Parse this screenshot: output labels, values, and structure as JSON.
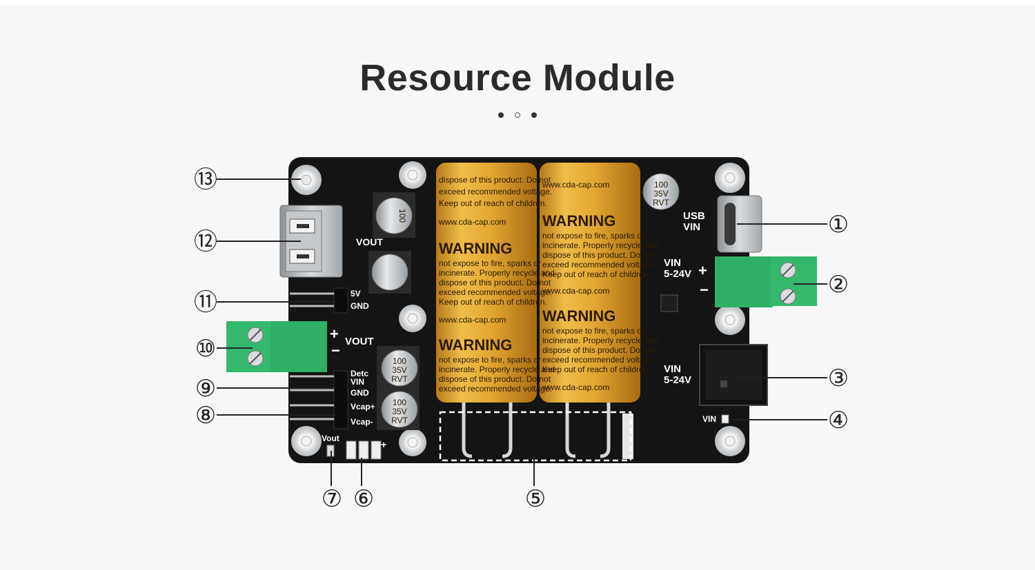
{
  "title": "Resource Module",
  "silkscreen": {
    "usb_vin": [
      "USB",
      "VIN"
    ],
    "vin_terminal": [
      "VIN",
      "5-24V"
    ],
    "vin_jack": [
      "VIN",
      "5-24V"
    ],
    "vin_led": "VIN",
    "vout_usb": "VOUT",
    "vout_terminal": "VOUT",
    "pin_5v": "5V",
    "pin_gnd": "GND",
    "pin_detc": [
      "Detc",
      "VIN"
    ],
    "pin_gnd2": "GND",
    "pin_vcap_plus": "Vcap+",
    "pin_vcap_minus": "Vcap-",
    "vout_led": "Vout",
    "plus": "+",
    "minus": "−"
  },
  "small_caps": {
    "line1": "100",
    "line2": "35V",
    "line3": "RVT"
  },
  "supercap_text": [
    "WARNING",
    "not expose to fire, sparks or",
    "incinerate. Properly recycle and",
    "dispose of this product. Do not",
    "exceed recommended voltage.",
    "Keep out of reach of children.",
    "www.cda-cap.com"
  ],
  "callouts": [
    "①",
    "②",
    "③",
    "④",
    "⑤",
    "⑥",
    "⑦",
    "⑧",
    "⑨",
    "⑩",
    "⑪",
    "⑫",
    "⑬"
  ],
  "colors": {
    "pcb": "#141414",
    "supercap": "#e3a532",
    "terminal": "#2fae66",
    "screw": "#c9cdd0",
    "callout_line": "#222222"
  }
}
